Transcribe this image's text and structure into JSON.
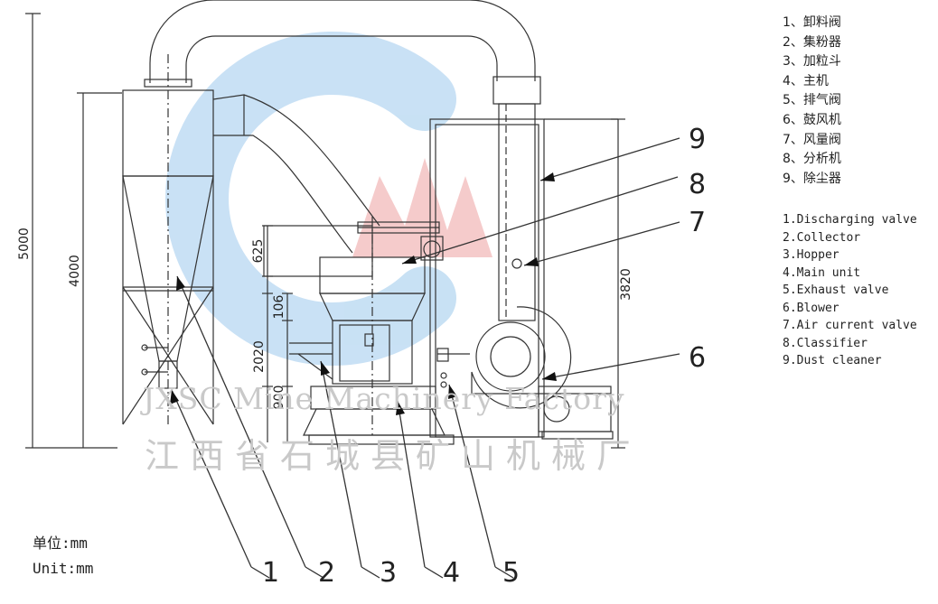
{
  "legend_cn": [
    "1、卸料阀",
    "2、集粉器",
    "3、加粒斗",
    "4、主机",
    "5、排气阀",
    "6、鼓风机",
    "7、风量阀",
    "8、分析机",
    "9、除尘器"
  ],
  "legend_en": [
    "1.Discharging valve",
    "2.Collector",
    "3.Hopper",
    "4.Main unit",
    "5.Exhaust valve",
    "6.Blower",
    "7.Air current valve",
    "8.Classifier",
    "9.Dust cleaner"
  ],
  "dimensions": {
    "total_height": "5000",
    "collector_height": "4000",
    "classifier": "625",
    "top_gap": "106",
    "main_unit": "2020",
    "base": "900",
    "right_height": "3820"
  },
  "callouts": {
    "c1": "1",
    "c2": "2",
    "c3": "3",
    "c4": "4",
    "c5": "5",
    "c6": "6",
    "c7": "7",
    "c8": "8",
    "c9": "9"
  },
  "unit_cn": "单位:mm",
  "unit_en": "Unit:mm",
  "watermark": {
    "en": "JXSC Mine Machinery Factory",
    "cn": "江西省石城县矿山机械厂"
  },
  "colors": {
    "line": "#333333",
    "watermark_blue": "#9cc8ea",
    "watermark_red": "#e99a9a"
  }
}
